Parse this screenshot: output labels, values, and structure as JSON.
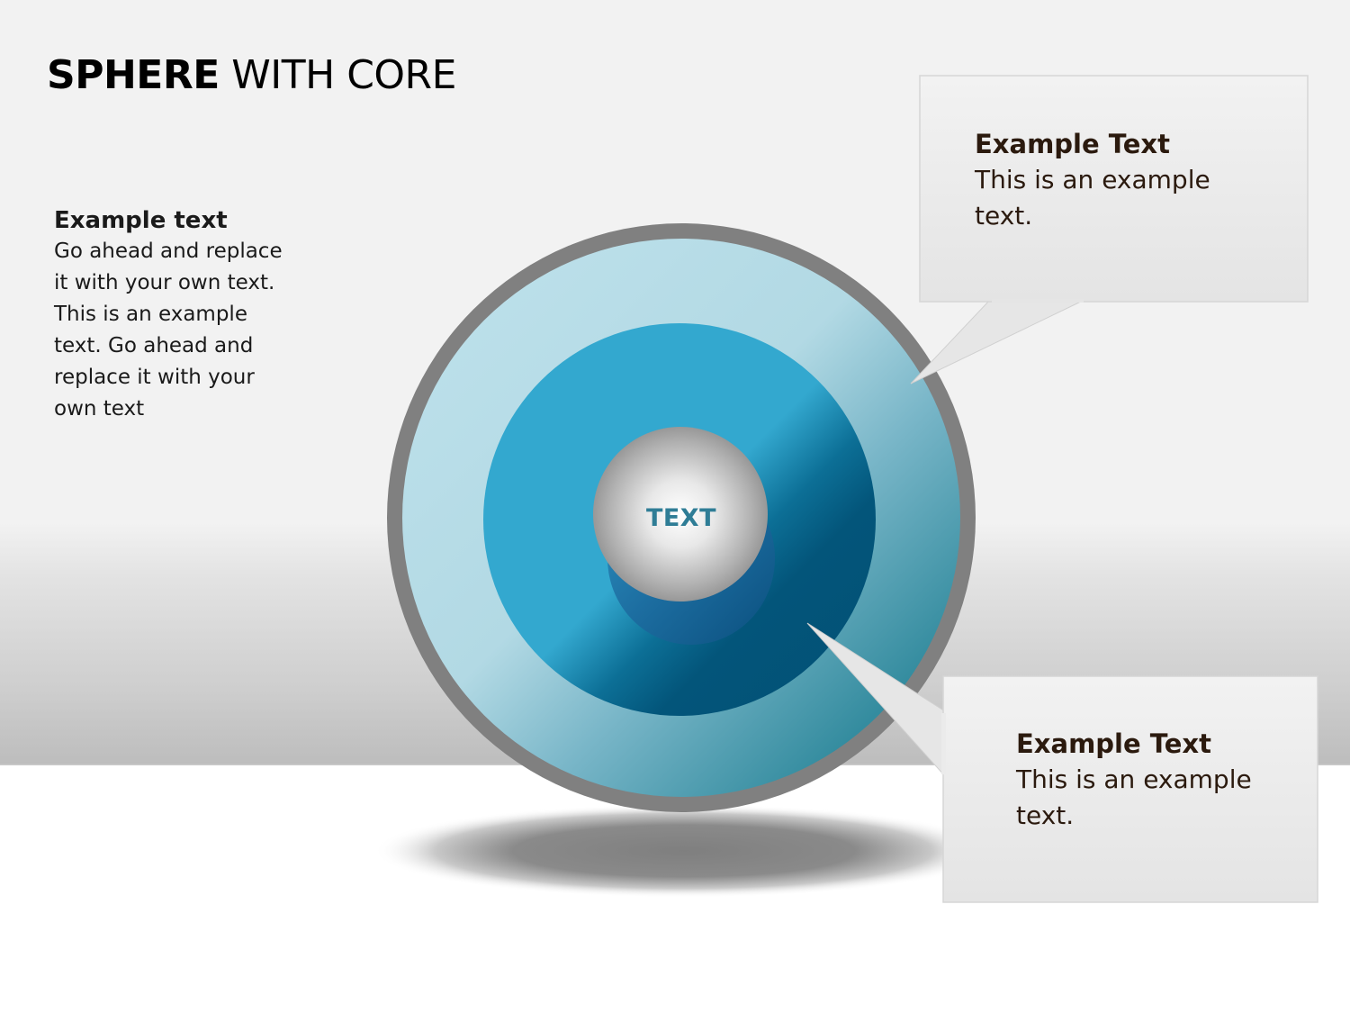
{
  "title": {
    "bold": "SPHERE",
    "light": "WITH CORE"
  },
  "side_note": {
    "heading": "Example text",
    "body_lines": [
      "Go ahead and replace",
      "it with your own text.",
      "This is an example",
      "text. Go ahead and",
      "replace it with your",
      "own text"
    ]
  },
  "core": {
    "label": "TEXT"
  },
  "callouts": [
    {
      "heading": "Example Text",
      "body_lines": [
        "This is an example",
        "text."
      ]
    },
    {
      "heading": "Example Text",
      "body_lines": [
        "This is an example",
        "text."
      ]
    }
  ],
  "colors": {
    "outer_ring": "#808080",
    "outer_disc_light": "#b8dde8",
    "outer_disc_dark": "#2a8598",
    "inner_disc": "#33a8cf",
    "inner_disc_shadow": "#03557a",
    "core_sphere": "#9a9a9a",
    "core_label": "#2f7d96",
    "callout_box": "#ececec",
    "callout_text": "#2b1a0e"
  }
}
